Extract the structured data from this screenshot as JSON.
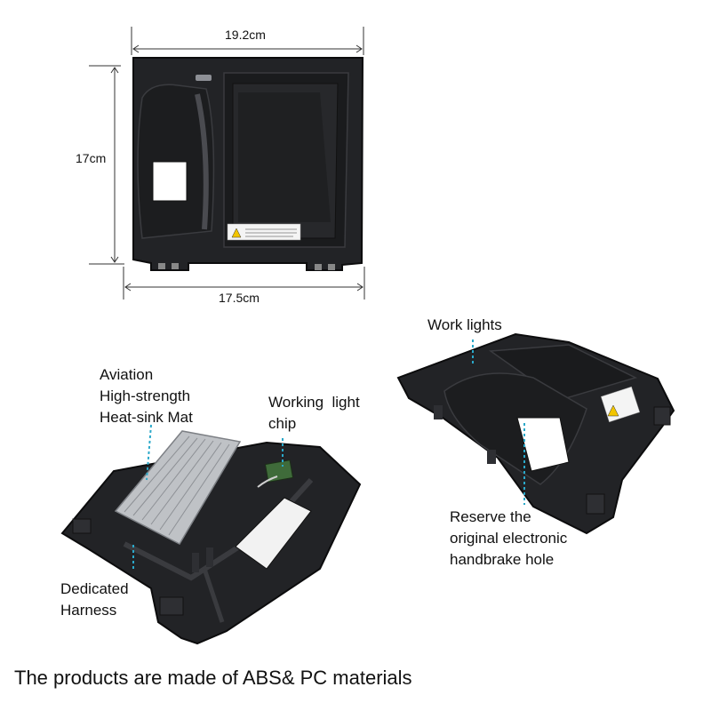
{
  "dimensions": {
    "top_width": "19.2cm",
    "height": "17cm",
    "bottom_width": "17.5cm"
  },
  "callouts": {
    "heat_sink": [
      "Aviation",
      "High-strength",
      "Heat-sink Mat"
    ],
    "light_chip": [
      "Working  light",
      "chip"
    ],
    "harness": [
      "Dedicated",
      "Harness"
    ],
    "work_lights": "Work lights",
    "handbrake": [
      "Reserve the",
      "original electronic",
      "handbrake hole"
    ]
  },
  "footer": "The products are made of ABS& PC materials",
  "colors": {
    "part": "#222326",
    "part_edge": "#0c0c0d",
    "highlight": "#3a3b3f",
    "callout_line": "#2aa8c9",
    "dim_line": "#333333"
  }
}
